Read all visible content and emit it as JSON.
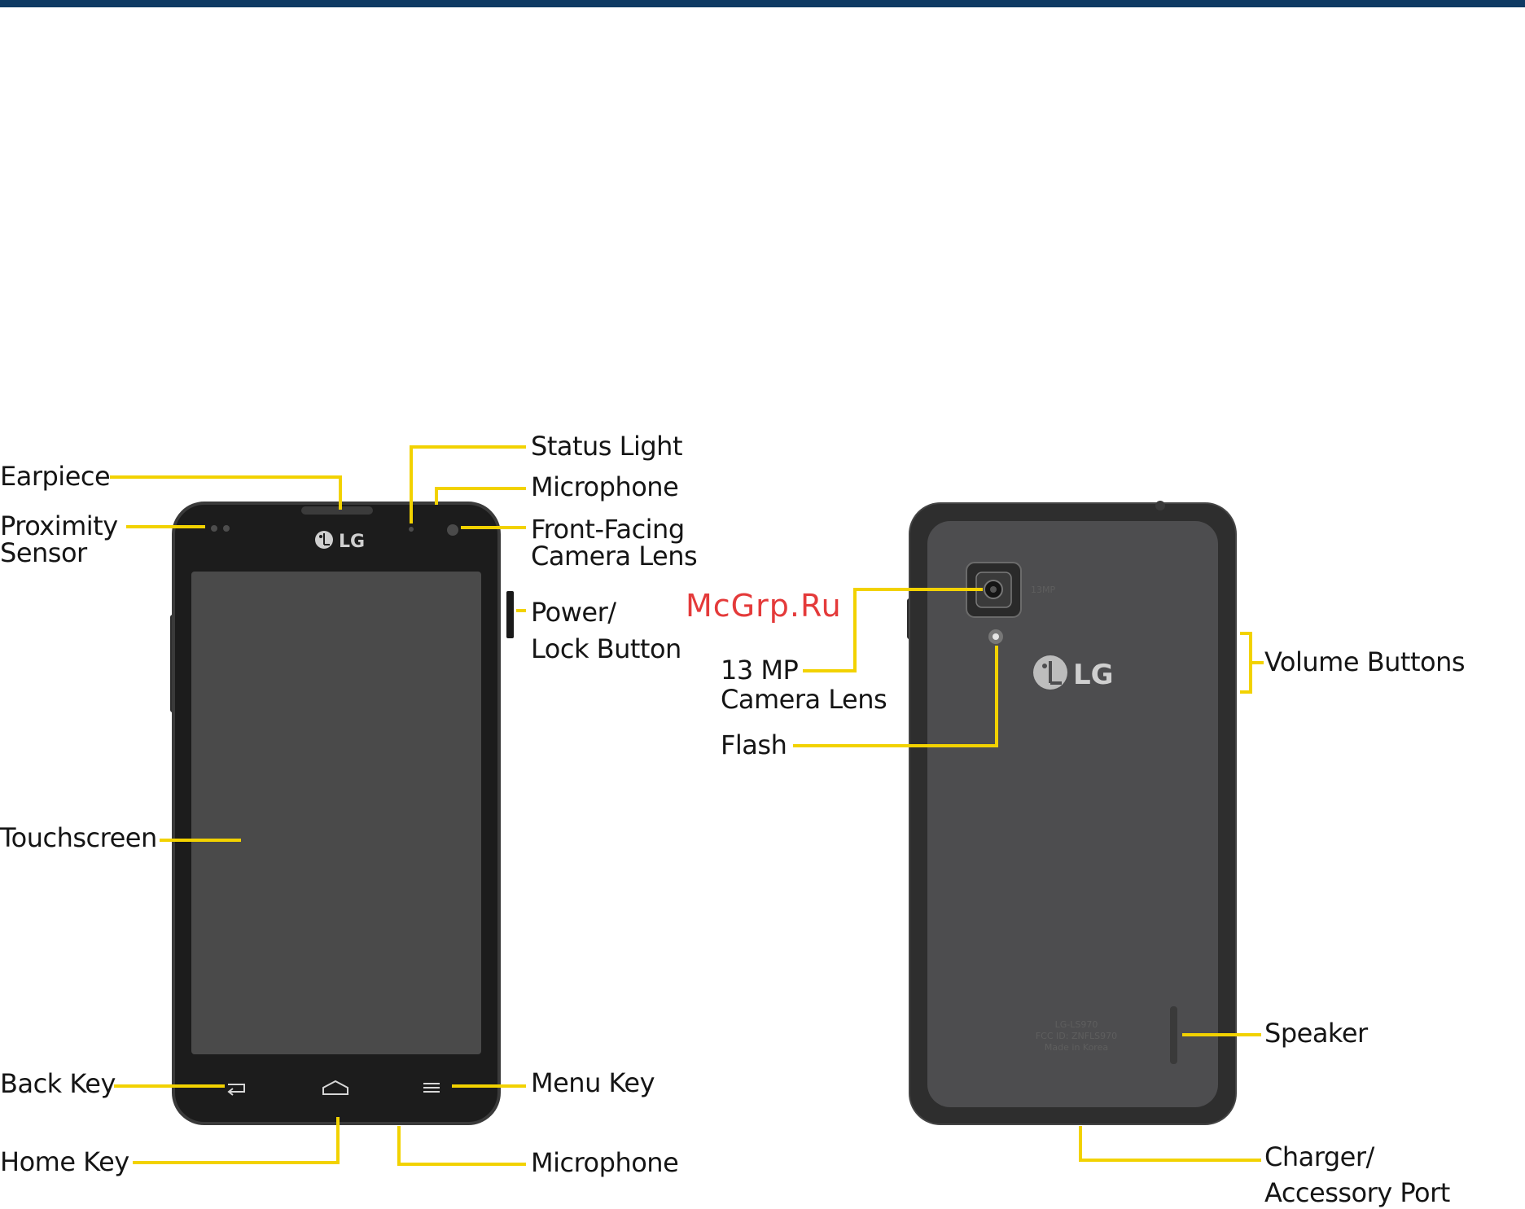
{
  "front_labels": {
    "earpiece": "Earpiece",
    "proximity_sensor": [
      "Proximity",
      "Sensor"
    ],
    "touchscreen": "Touchscreen",
    "back_key": "Back Key",
    "home_key": "Home Key",
    "status_light": "Status Light",
    "microphone_top": "Microphone",
    "front_camera": [
      "Front-Facing",
      "Camera Lens"
    ],
    "power_lock": [
      "Power/",
      "Lock Button"
    ],
    "menu_key": "Menu Key",
    "microphone_bottom": "Microphone"
  },
  "back_labels": {
    "camera_13mp": [
      "13 MP",
      "Camera Lens"
    ],
    "flash": "Flash",
    "volume_buttons": "Volume Buttons",
    "speaker": "Speaker",
    "charger_port": [
      "Charger/",
      "Accessory Port"
    ]
  },
  "device": {
    "brand_logo": "LG",
    "camera_badge": "13MP",
    "back_text": [
      "LG-LS970",
      "FCC ID: ZNFLS970",
      "Made in Korea"
    ]
  },
  "watermark": "McGrp.Ru",
  "colors": {
    "header_bar": "#0f3a63",
    "leader_line": "#f2d200",
    "phone_body": "#222222",
    "screen": "#4a4a4a",
    "back_panel": "#4d4d4f",
    "watermark": "#e43a3a"
  }
}
